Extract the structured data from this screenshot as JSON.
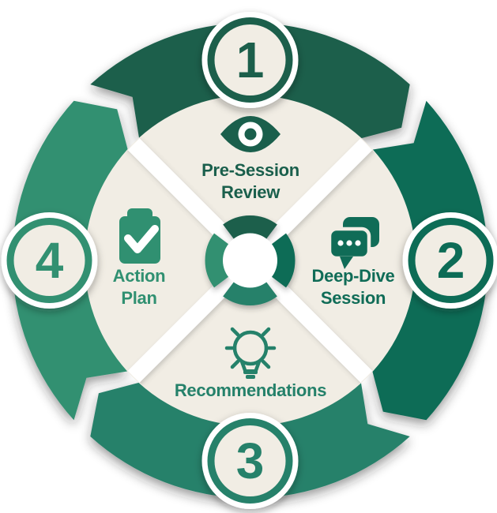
{
  "steps": [
    {
      "number": "1",
      "label_line1": "Pre-Session",
      "label_line2": "Review",
      "icon": "eye-icon",
      "color": "#1A5F4C"
    },
    {
      "number": "2",
      "label_line1": "Deep-Dive",
      "label_line2": "Session",
      "icon": "chat-bubbles-icon",
      "color": "#106C57"
    },
    {
      "number": "3",
      "label_line1": "Recommendations",
      "icon": "lightbulb-icon",
      "color": "#25816A"
    },
    {
      "number": "4",
      "label_line1": "Action",
      "label_line2": "Plan",
      "icon": "clipboard-check-icon",
      "color": "#309071"
    }
  ],
  "palette": {
    "disc": "#F1EDE4",
    "white": "#FFFFFF"
  }
}
